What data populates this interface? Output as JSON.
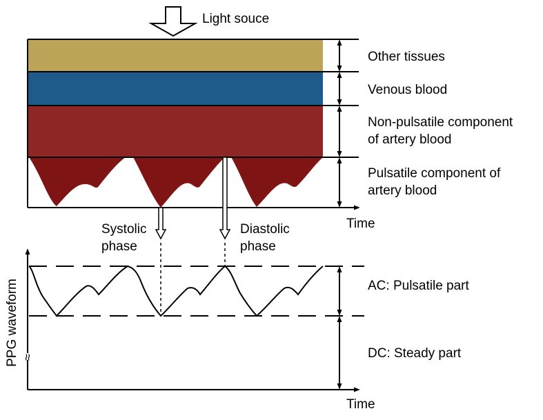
{
  "light_source_label": "Light souce",
  "tissue_layers": [
    {
      "label_lines": [
        "Other tissues"
      ],
      "color": "#BCA558"
    },
    {
      "label_lines": [
        "Venous blood"
      ],
      "color": "#1F5A8C"
    },
    {
      "label_lines": [
        "Non-pulsatile component",
        "of artery blood"
      ],
      "color": "#8F2626"
    },
    {
      "label_lines": [
        "Pulsatile component of",
        "artery blood"
      ],
      "color": "#7E1414"
    }
  ],
  "top_time_label": "Time",
  "systolic_lines": [
    "Systolic",
    "phase"
  ],
  "diastolic_lines": [
    "Diastolic",
    "phase"
  ],
  "y_axis_label": "PPG waveform",
  "axis_break_symbol": "≈",
  "ac_label": "AC: Pulsatile part",
  "dc_label": "DC: Steady part",
  "bottom_time_label": "Time",
  "colors": {
    "line": "#000000",
    "background": "#FFFFFF"
  }
}
